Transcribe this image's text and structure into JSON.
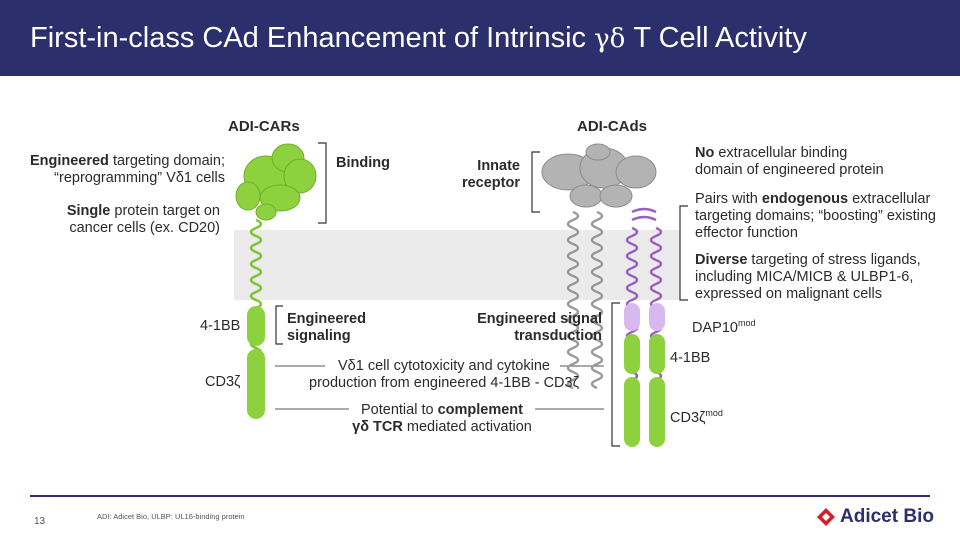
{
  "header": {
    "title_prefix": "First-in-class CAd Enhancement of Intrinsic ",
    "title_symbol": "γδ",
    "title_suffix": " T Cell Activity"
  },
  "cars": {
    "heading": "ADI-CARs",
    "targeting_bold": "Engineered",
    "targeting_rest": " targeting domain;",
    "targeting_line2": "“reprogramming”  Vδ1 cells",
    "single_bold": "Single",
    "single_rest": " protein target on",
    "single_line2": "cancer cells (ex. CD20)",
    "binding": "Binding",
    "label_41bb": "4-1BB",
    "label_cd3z": "CD3ζ",
    "signaling_line1": "Engineered",
    "signaling_line2": "signaling"
  },
  "cads": {
    "heading": "ADI-CAds",
    "innate_line1": "Innate",
    "innate_line2": "receptor",
    "signal_line1": "Engineered signal",
    "signal_line2": "transduction",
    "no_bold": "No",
    "no_rest": " extracellular binding",
    "no_line2": "domain of engineered protein",
    "pairs_pre": "Pairs with ",
    "pairs_bold": "endogenous",
    "pairs_rest": " extracellular",
    "pairs_line2": "targeting domains; “boosting” existing",
    "pairs_line3": "effector function",
    "diverse_bold": "Diverse",
    "diverse_rest": " targeting of stress ligands,",
    "diverse_line2": "including MICA/MICB & ULBP1-6,",
    "diverse_line3": "expressed on malignant cells",
    "dap10": "DAP10",
    "dap10_sup": "mod",
    "label_41bb": "4-1BB",
    "cd3z": "CD3ζ",
    "cd3z_sup": "mod"
  },
  "middle": {
    "cytotox_line1": "Vδ1 cell cytotoxicity and cytokine",
    "cytotox_line2": "production from engineered 4-1BB - CD3ζ",
    "potential_pre": "Potential to ",
    "potential_bold": "complement",
    "tcr_bold": "γδ TCR",
    "tcr_rest": " mediated activation"
  },
  "footer": {
    "page_number": "13",
    "footnote": "ADI: Adicet Bio, ULBP: UL16-binding protein",
    "logo_text": "Adicet Bio"
  },
  "colors": {
    "header_bg": "#2b2f6b",
    "green": "#8ed13f",
    "purple": "#9b5fc0",
    "light_purple": "#d7b8ef",
    "grey_band": "#ebebeb",
    "logo_red": "#d0202e"
  }
}
